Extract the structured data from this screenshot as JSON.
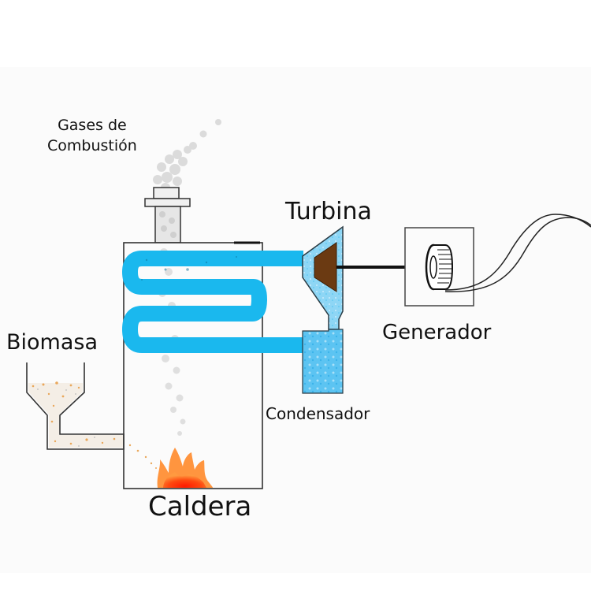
{
  "diagram": {
    "title": "Biomass power plant schematic",
    "labels": {
      "gases_line1": "Gases de",
      "gases_line2": "Combustión",
      "turbina": "Turbina",
      "generador": "Generador",
      "biomasa": "Biomasa",
      "condensador": "Condensador",
      "caldera": "Caldera"
    },
    "components": [
      "chimney",
      "boiler",
      "steam-coil",
      "turbine",
      "condenser",
      "generator",
      "biomass-hopper",
      "fire",
      "output-cables"
    ],
    "flows": [
      {
        "from": "biomass-hopper",
        "to": "boiler"
      },
      {
        "from": "boiler",
        "to": "turbine",
        "medium": "steam"
      },
      {
        "from": "turbine",
        "to": "generator",
        "medium": "shaft"
      },
      {
        "from": "turbine",
        "to": "condenser"
      },
      {
        "from": "condenser",
        "to": "boiler",
        "medium": "water"
      },
      {
        "from": "boiler",
        "to": "chimney",
        "medium": "combustion gases"
      }
    ],
    "colors": {
      "water": "#1ab8ee",
      "water_light": "#86d4f4",
      "turbine_rotor": "#6b3a12",
      "fire_outer": "#ff8a2a",
      "fire_inner": "#ff2a00",
      "smoke": "#d8d8d8",
      "biomass": "#e8a04c",
      "outline": "#333333"
    }
  }
}
